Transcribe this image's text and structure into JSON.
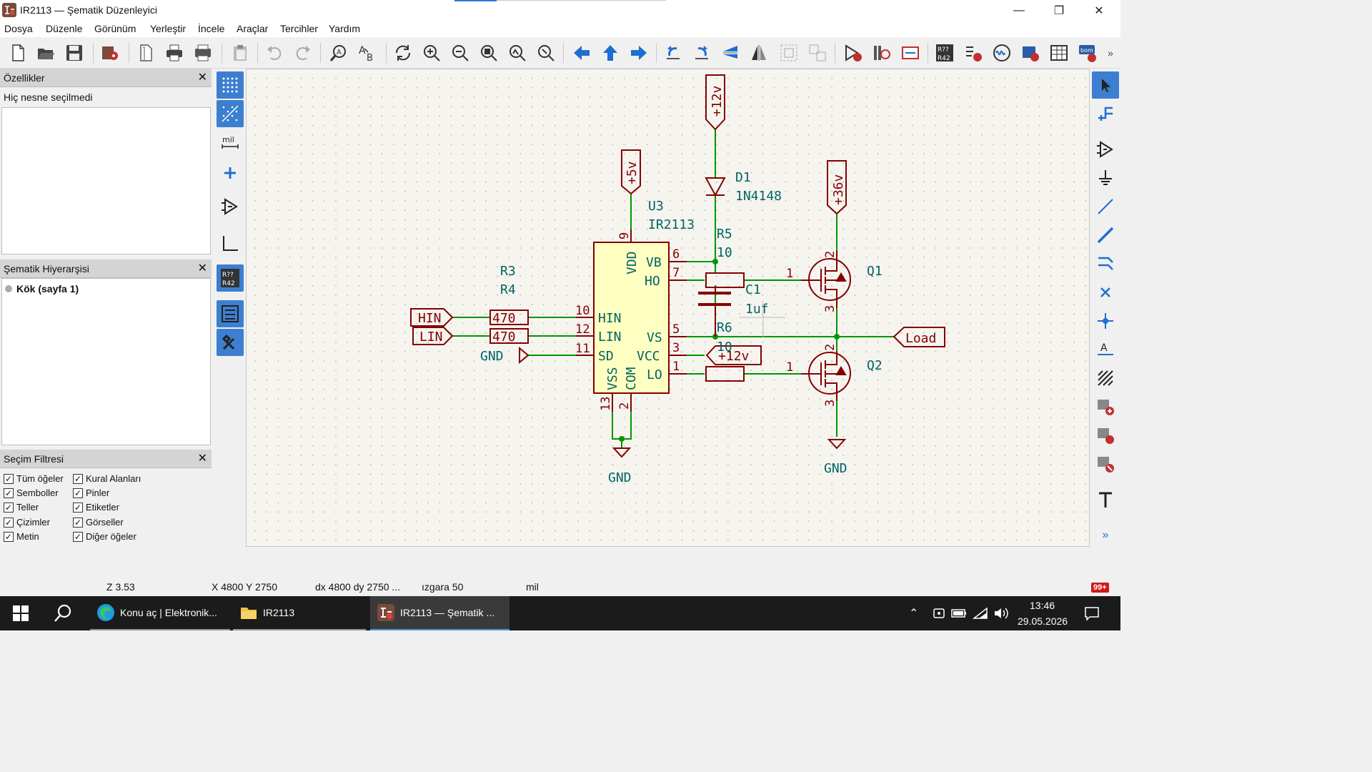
{
  "window": {
    "title": "IR2113 — Şematik Düzenleyici",
    "minimize": "—",
    "maximize": "❐",
    "close": "✕"
  },
  "menu": [
    "Dosya",
    "Düzenle",
    "Görünüm",
    "Yerleştir",
    "İncele",
    "Araçlar",
    "Tercihler",
    "Yardım"
  ],
  "panels": {
    "properties": {
      "title": "Özellikler",
      "close": "✕",
      "empty": "Hiç nesne seçilmedi"
    },
    "hierarchy": {
      "title": "Şematik Hiyerarşisi",
      "close": "✕",
      "root": "Kök (sayfa 1)"
    },
    "filter": {
      "title": "Seçim Filtresi",
      "close": "✕",
      "items": [
        {
          "label": "Tüm öğeler",
          "checked": true
        },
        {
          "label": "Kural Alanları",
          "checked": true
        },
        {
          "label": "Semboller",
          "checked": true
        },
        {
          "label": "Pinler",
          "checked": true
        },
        {
          "label": "Teller",
          "checked": true
        },
        {
          "label": "Etiketler",
          "checked": true
        },
        {
          "label": "Çizimler",
          "checked": true
        },
        {
          "label": "Görseller",
          "checked": true
        },
        {
          "label": "Metin",
          "checked": true
        },
        {
          "label": "Diğer öğeler",
          "checked": true
        }
      ]
    }
  },
  "left_tool_labels": {
    "units": "mil",
    "annotate": "R??\nR42"
  },
  "schematic": {
    "colors": {
      "wire": "#009600",
      "part": "#840000",
      "body": "#ffffc2",
      "text": "#006464"
    },
    "power": {
      "p12v_top": "+12v",
      "p5v": "+5v",
      "p36v": "+36v",
      "p12v_side": "+12v"
    },
    "u3": {
      "ref": "U3",
      "value": "IR2113",
      "pins_left": [
        "HIN",
        "LIN",
        "SD"
      ],
      "pin_nums_left": [
        "10",
        "12",
        "11"
      ],
      "pins_right": [
        "VB",
        "HO",
        "VS",
        "VCC",
        "LO"
      ],
      "pin_nums_right": [
        "6",
        "7",
        "5",
        "3",
        "1"
      ],
      "pins_top": [
        "VDD"
      ],
      "pin_nums_top": [
        "9"
      ],
      "pins_bottom": [
        "VSS",
        "COM"
      ],
      "pin_nums_bottom": [
        "13",
        "2"
      ]
    },
    "d1": {
      "ref": "D1",
      "value": "1N4148"
    },
    "r3": {
      "ref": "R3",
      "value": "470"
    },
    "r4": {
      "ref": "R4",
      "value": "470"
    },
    "r5": {
      "ref": "R5",
      "value": "10"
    },
    "r6": {
      "ref": "R6",
      "value": "10"
    },
    "c1": {
      "ref": "C1",
      "value": "1uf"
    },
    "q1": {
      "ref": "Q1",
      "pins": [
        "2",
        "1",
        "3"
      ]
    },
    "q2": {
      "ref": "Q2",
      "pins": [
        "2",
        "1",
        "3"
      ]
    },
    "labels": {
      "hin": "HIN",
      "lin": "LIN",
      "load": "Load",
      "gnd_left": "GND",
      "gnd_u3": "GND",
      "gnd_q2": "GND"
    }
  },
  "status": {
    "zoom": "Z 3.53",
    "xy": "X 4800  Y 2750",
    "dxy": "dx 4800  dy 2750  ...",
    "grid": "ızgara 50",
    "units": "mil"
  },
  "taskbar": {
    "tasks": [
      "Konu aç | Elektronik...",
      "IR2113",
      "IR2113 — Şematik ..."
    ],
    "time": "13:46",
    "date": "29.05.2026",
    "badge": "99+"
  }
}
